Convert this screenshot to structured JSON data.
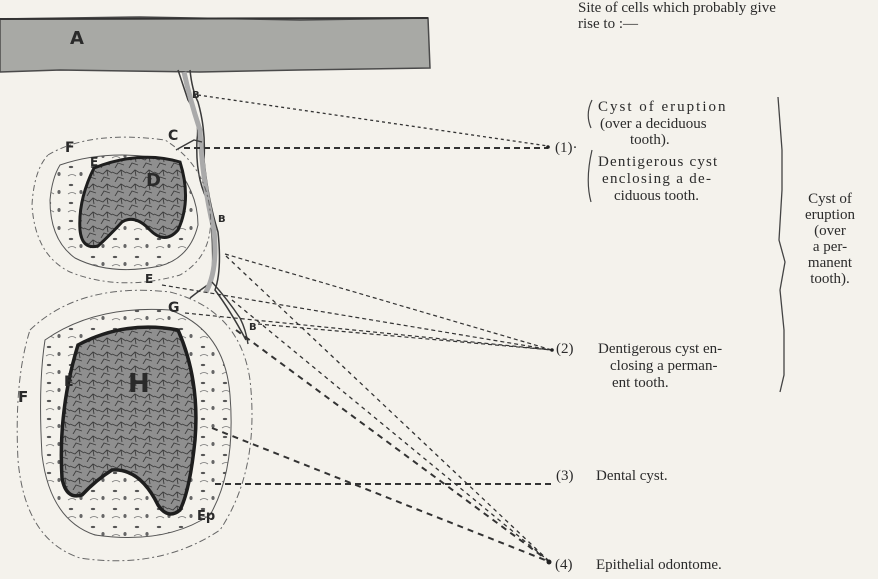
{
  "header": {
    "line1": "Site of cells which probably give",
    "line2": "rise to :—"
  },
  "figure_letters": {
    "A": "A",
    "B": "B",
    "C": "C",
    "D": "D",
    "E": "E",
    "F": "F",
    "G": "G",
    "H": "H",
    "Ep": "Ep"
  },
  "entries": {
    "one": {
      "num": "(1)·",
      "a1": "Cyst of eruption",
      "a2": "(over a deciduous",
      "a3": "tooth).",
      "b1": "Dentigerous cyst",
      "b2": "enclosing a de-",
      "b3": "ciduous tooth."
    },
    "side": {
      "l1": "Cyst of",
      "l2": "eruption",
      "l3": "(over",
      "l4": "a per-",
      "l5": "manent",
      "l6": "tooth)."
    },
    "two": {
      "num": "(2)",
      "l1": "Dentigerous cyst en-",
      "l2": "closing a perman-",
      "l3": "ent tooth."
    },
    "three": {
      "num": "(3)",
      "l1": "Dental cyst."
    },
    "four": {
      "num": "(4)",
      "l1": "Epithelial odontome."
    }
  }
}
